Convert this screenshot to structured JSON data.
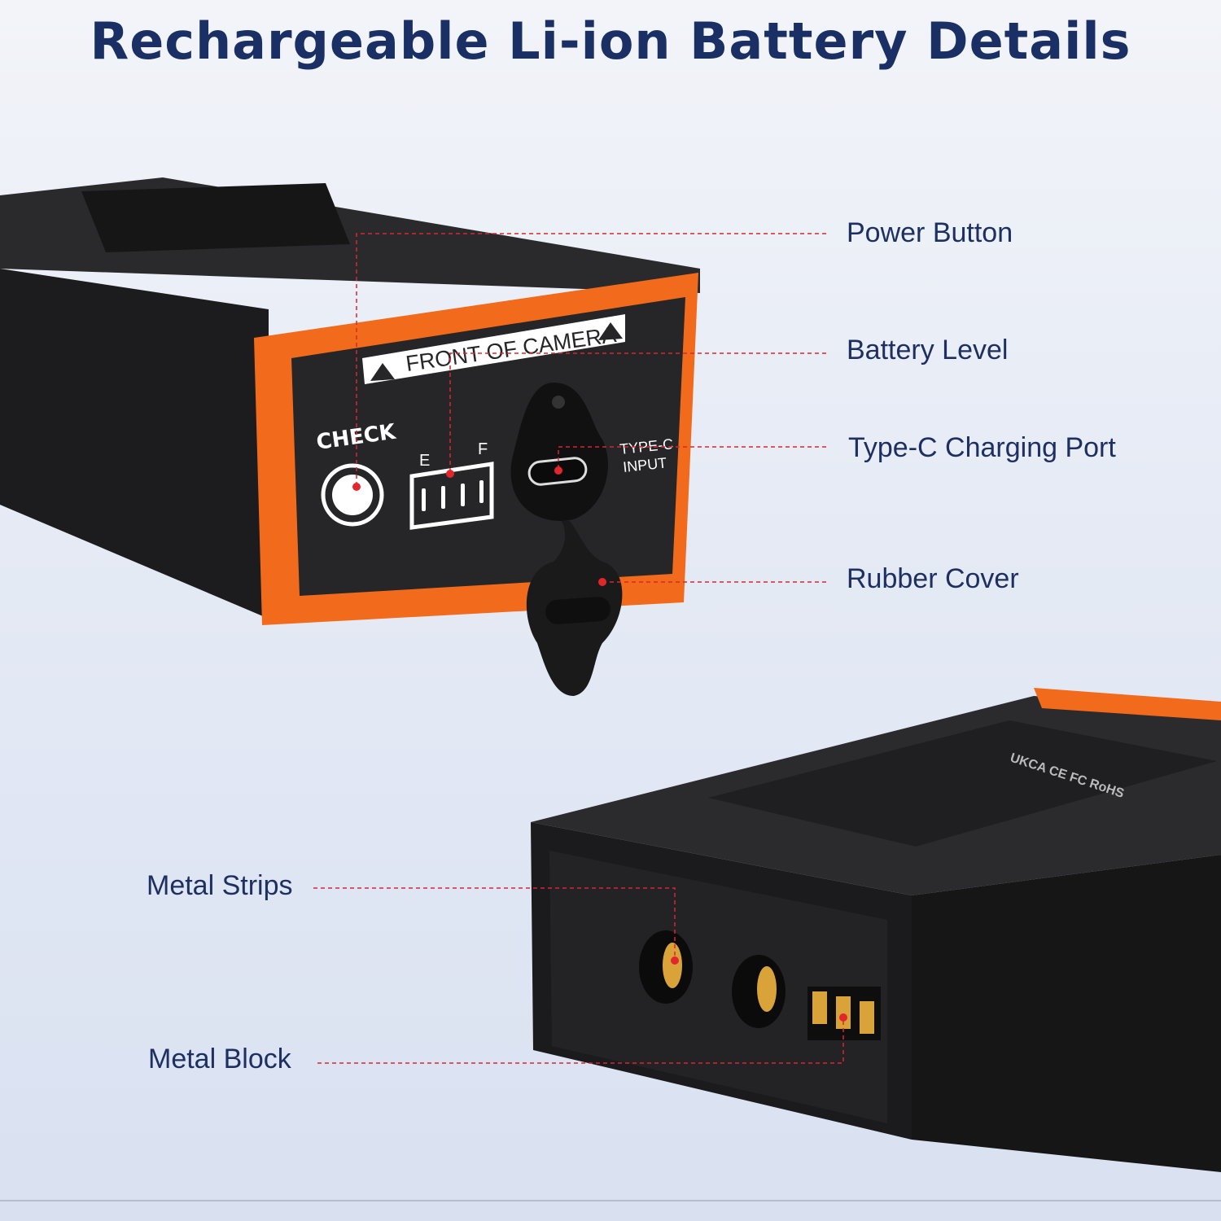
{
  "title": "Rechargeable Li-ion Battery Details",
  "colors": {
    "title": "#1a2f63",
    "accent_orange": "#f26a1b",
    "battery_body": "#1f1f21",
    "callout_line": "#d8272f"
  },
  "callouts": {
    "power_button": "Power Button",
    "battery_level": "Battery Level",
    "type_c_port": "Type-C Charging Port",
    "rubber_cover": "Rubber Cover",
    "metal_strips": "Metal Strips",
    "metal_block": "Metal Block"
  },
  "battery_face": {
    "front_of_camera": "FRONT OF CAMERA",
    "check": "CHECK",
    "level_empty": "E",
    "level_full": "F",
    "port_line1": "TYPE-C",
    "port_line2": "INPUT"
  },
  "battery_level_bars": 4,
  "label_marks": [
    "CE",
    "FC",
    "RoHS",
    "UKCA"
  ]
}
